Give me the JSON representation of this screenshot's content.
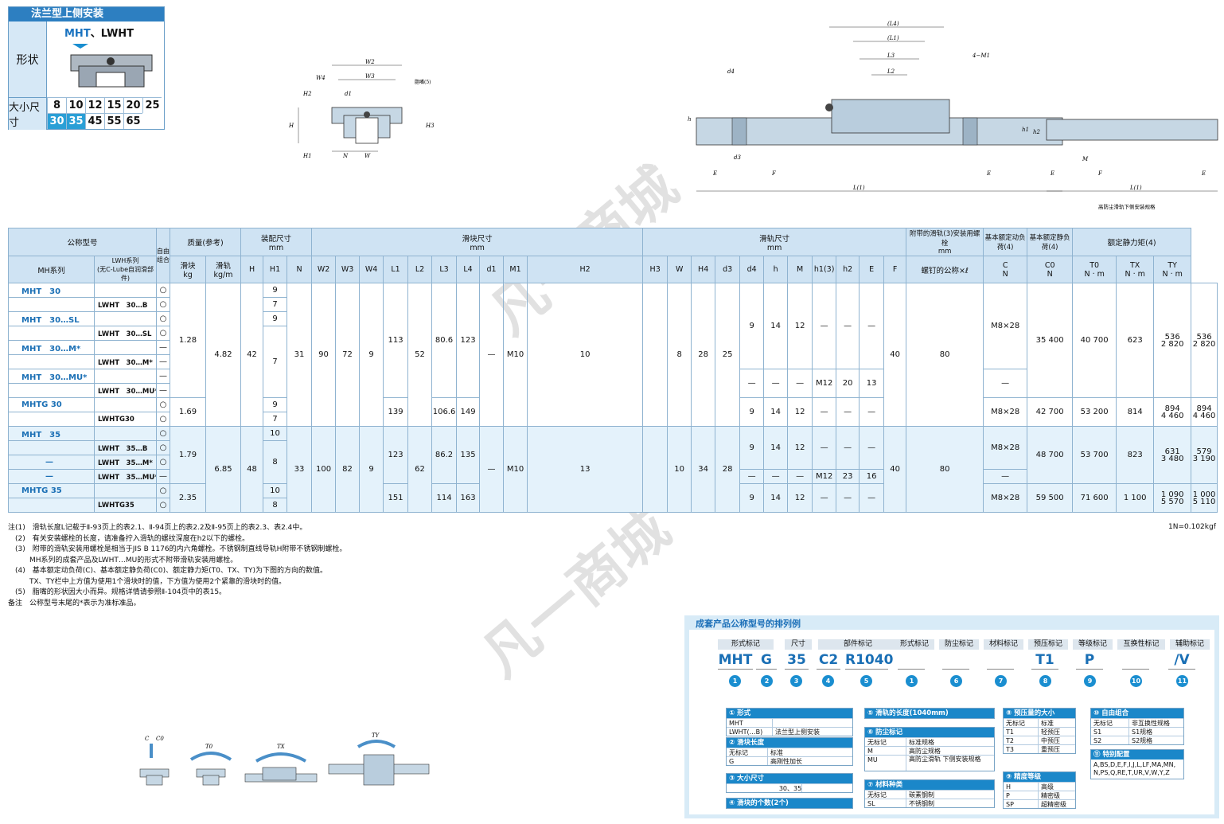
{
  "header": {
    "title": "法兰型上侧安装",
    "shape_label": "形状",
    "models_blue": "MHT",
    "models_rest": "、LWHT",
    "size_label": "大小尺寸",
    "sizes_row1": [
      "8",
      "10",
      "12",
      "15",
      "20",
      "25"
    ],
    "sizes_row2": [
      "30",
      "35",
      "45",
      "55",
      "65"
    ]
  },
  "diagram": {
    "labels": {
      "W2": "W2",
      "W3": "W3",
      "W4": "W4",
      "H": "H",
      "H1": "H1",
      "H2": "H2",
      "H3": "H3",
      "N": "N",
      "W": "W",
      "d1": "d1",
      "nozzle": "脂嘴(5)",
      "L4": "(L4)",
      "L1": "(L1)",
      "L3": "L3",
      "L2": "L2",
      "M1": "4−M1",
      "d4": "d4",
      "h": "h",
      "d3": "d3",
      "E": "E",
      "F": "F",
      "L": "L(1)",
      "M": "M",
      "h1": "h1",
      "h2": "h2",
      "caption": "高防尘滑轨下侧安装规格"
    }
  },
  "table": {
    "h": {
      "model": "公称型号",
      "mh": "MH系列",
      "lwh": "LWH系列",
      "lwh2": "(无C-Lube自润滑部件)",
      "free": "自由组合",
      "mass": "质量(参考)",
      "block": "滑块",
      "blockunit": "kg",
      "rail": "滑轨",
      "railunit": "kg/m",
      "assy": "装配尺寸",
      "mm": "mm",
      "bsize": "滑块尺寸",
      "rsize": "滑轨尺寸",
      "bolt": "附带的滑轨(3)安装用螺栓",
      "boltunit": "mm",
      "boltsub": "螺钉的公称×ℓ",
      "C": "基本额定动负荷(4)",
      "C0": "基本额定静负荷(4)",
      "mom": "额定静力矩(4)",
      "N": "N",
      "Nm": "N · m",
      "cols": [
        "H",
        "H1",
        "N",
        "W2",
        "W3",
        "W4",
        "L1",
        "L2",
        "L3",
        "L4",
        "d1",
        "M1",
        "H2",
        "H3",
        "W",
        "H4",
        "d3",
        "d4",
        "h",
        "M",
        "h1(3)",
        "h2",
        "E",
        "F",
        "C",
        "C0",
        "T0",
        "TX",
        "TY"
      ]
    },
    "r30": {
      "mh": [
        "MHT　30",
        "MHT　30…SL",
        "MHT　30…M*",
        "MHT　30…MU*",
        "MHTG 30"
      ],
      "lw": [
        "LWHT　30…B",
        "LWHT　30…SL",
        "LWHT　30…M*",
        "LWHT　30…MU*",
        "LWHTG30"
      ],
      "free": [
        "○",
        "○",
        "○",
        "○",
        "—",
        "—",
        "—",
        "—",
        "○",
        "○"
      ],
      "h1": [
        "9",
        "7",
        "9",
        "7",
        "9",
        "7"
      ],
      "m1": "1.28",
      "m1g": "1.69",
      "rail": "4.82",
      "H": "42",
      "N": "31",
      "W2": "90",
      "W3": "72",
      "W4": "9",
      "L1": "113",
      "L1g": "139",
      "L2": "52",
      "L3": "80.6",
      "L3g": "106.6",
      "L4": "123",
      "L4g": "149",
      "d1": "—",
      "M1": "M10",
      "H2": "10",
      "H3": "8",
      "W": "28",
      "H4": "25",
      "d3": "9",
      "d4": "14",
      "h": "12",
      "dash": "—",
      "M": "M12",
      "h1r": "20",
      "h2": "13",
      "E": "40",
      "F": "80",
      "bolt": "M8×28",
      "C": "35 400",
      "C0": "40 700",
      "T0": "623",
      "TX": "536",
      "TX2": "2 820",
      "TY": "536",
      "TY2": "2 820",
      "Cg": "42 700",
      "C0g": "53 200",
      "T0g": "814",
      "TXg": "894",
      "TXg2": "4 460",
      "TYg": "894",
      "TYg2": "4 460"
    },
    "r35": {
      "mh": [
        "MHT　35",
        "—",
        "—",
        "MHTG 35"
      ],
      "lw": [
        "LWHT　35…B",
        "LWHT　35…M*",
        "LWHT　35…MU*",
        "LWHTG35"
      ],
      "free": [
        "○",
        "○",
        "○",
        "—",
        "○",
        "○"
      ],
      "h1": [
        "10",
        "8",
        "10",
        "8"
      ],
      "m1": "1.79",
      "m1g": "2.35",
      "rail": "6.85",
      "H": "48",
      "N": "33",
      "W2": "100",
      "W3": "82",
      "W4": "9",
      "L1": "123",
      "L1g": "151",
      "L2": "62",
      "L3": "86.2",
      "L3g": "114",
      "L4": "135",
      "L4g": "163",
      "d1": "—",
      "M1": "M10",
      "H2": "13",
      "H3": "10",
      "W": "34",
      "H4": "28",
      "d3": "9",
      "d4": "14",
      "h": "12",
      "M": "M12",
      "h1r": "23",
      "h2": "16",
      "E": "40",
      "F": "80",
      "bolt": "M8×28",
      "C": "48 700",
      "C0": "53 700",
      "T0": "823",
      "TX": "631",
      "TX2": "3 480",
      "TY": "579",
      "TY2": "3 190",
      "Cg": "59 500",
      "C0g": "71 600",
      "T0g": "1 100",
      "TXg": "1 090",
      "TXg2": "5 570",
      "TYg": "1 000",
      "TYg2": "5 110"
    }
  },
  "notes": [
    "注(1)　滑轨长度L记载于Ⅱ-93页上的表2.1、Ⅱ-94页上的表2.2及Ⅱ-95页上的表2.3、表2.4中。",
    "　(2)　有关安装螺栓的长度，请准备拧入滑轨的螺纹深度在h2以下的螺栓。",
    "　(3)　附带的滑轨安装用螺栓是相当于JIS B 1176的内六角螺栓。不锈钢制直线导轨H附带不锈钢制螺栓。",
    "　　　MH系列的成套产品及LWHT…MU的形式不附带滑轨安装用螺栓。",
    "　(4)　基本额定动负荷(C)、基本额定静负荷(C0)、额定静力矩(T0、TX、TY)为下图的方向的数值。",
    "　　　TX、TY栏中上方值为使用1个滑块时的值，下方值为使用2个紧靠的滑块时的值。",
    "　(5)　脂嘴的形状因大小而异。规格详情请参照Ⅱ-104页中的表15。",
    "备注　公称型号末尾的*表示为准标准品。"
  ],
  "unit_note": "1N=0.102kgf",
  "dir_labels": {
    "C": "C",
    "C0": "C0",
    "T0": "T0",
    "TX": "TX",
    "TY": "TY"
  },
  "order": {
    "title": "成套产品公称型号的排列例",
    "labels": [
      "形式标记",
      "尺寸",
      "部件标记",
      "形式标记",
      "防尘标记",
      "材料标记",
      "预压标记",
      "等级标记",
      "互换性标记",
      "辅助标记"
    ],
    "values": [
      "MHT",
      "G",
      "35",
      "C2",
      "R1040",
      "",
      "",
      "",
      "T1",
      "P",
      "",
      "/V"
    ],
    "nums": [
      "1",
      "2",
      "3",
      "4",
      "5",
      "1",
      "6",
      "7",
      "8",
      "9",
      "10",
      "11"
    ],
    "b1": {
      "h": "① 形式",
      "r": [
        [
          "MHT",
          ""
        ],
        [
          "LWHT(…B)",
          "法兰型上侧安装"
        ]
      ]
    },
    "b2": {
      "h": "② 滑块长度",
      "r": [
        [
          "无标记",
          "标准"
        ],
        [
          "G",
          "高刚性加长"
        ]
      ]
    },
    "b3": {
      "h": "③ 大小尺寸",
      "v": "30、35"
    },
    "b4": {
      "h": "④ 滑块的个数(2个)"
    },
    "b5": {
      "h": "⑤ 滑轨的长度(1040mm)"
    },
    "b6": {
      "h": "⑥ 防尘标记",
      "r": [
        [
          "无标记",
          "标准规格"
        ],
        [
          "M",
          "高防尘规格"
        ],
        [
          "MU",
          "高防尘滑轨 下侧安装规格"
        ]
      ]
    },
    "b7": {
      "h": "⑦ 材料种类",
      "r": [
        [
          "无标记",
          "碳素钢制"
        ],
        [
          "SL",
          "不锈钢制"
        ]
      ]
    },
    "b8": {
      "h": "⑧ 预压量的大小",
      "r": [
        [
          "无标记",
          "标准"
        ],
        [
          "T1",
          "轻预压"
        ],
        [
          "T2",
          "中预压"
        ],
        [
          "T3",
          "重预压"
        ]
      ]
    },
    "b9": {
      "h": "⑨ 精度等级",
      "r": [
        [
          "H",
          "高级"
        ],
        [
          "P",
          "精密级"
        ],
        [
          "SP",
          "超精密级"
        ]
      ]
    },
    "b10": {
      "h": "⑩ 自由组合",
      "r": [
        [
          "无标记",
          "非互换性规格"
        ],
        [
          "S1",
          "S1规格"
        ],
        [
          "S2",
          "S2规格"
        ]
      ]
    },
    "b11": {
      "h": "⑪ 特别配置",
      "v": "A,BS,D,E,F,I,J,L,LF,MA,MN,N,PS,Q,RE,T,UR,V,W,Y,Z"
    }
  },
  "watermark": "凡一商城",
  "colors": {
    "accent": "#2d7fc1",
    "header_bg": "#cfe3f3",
    "highlight": "#2a9fd6"
  }
}
